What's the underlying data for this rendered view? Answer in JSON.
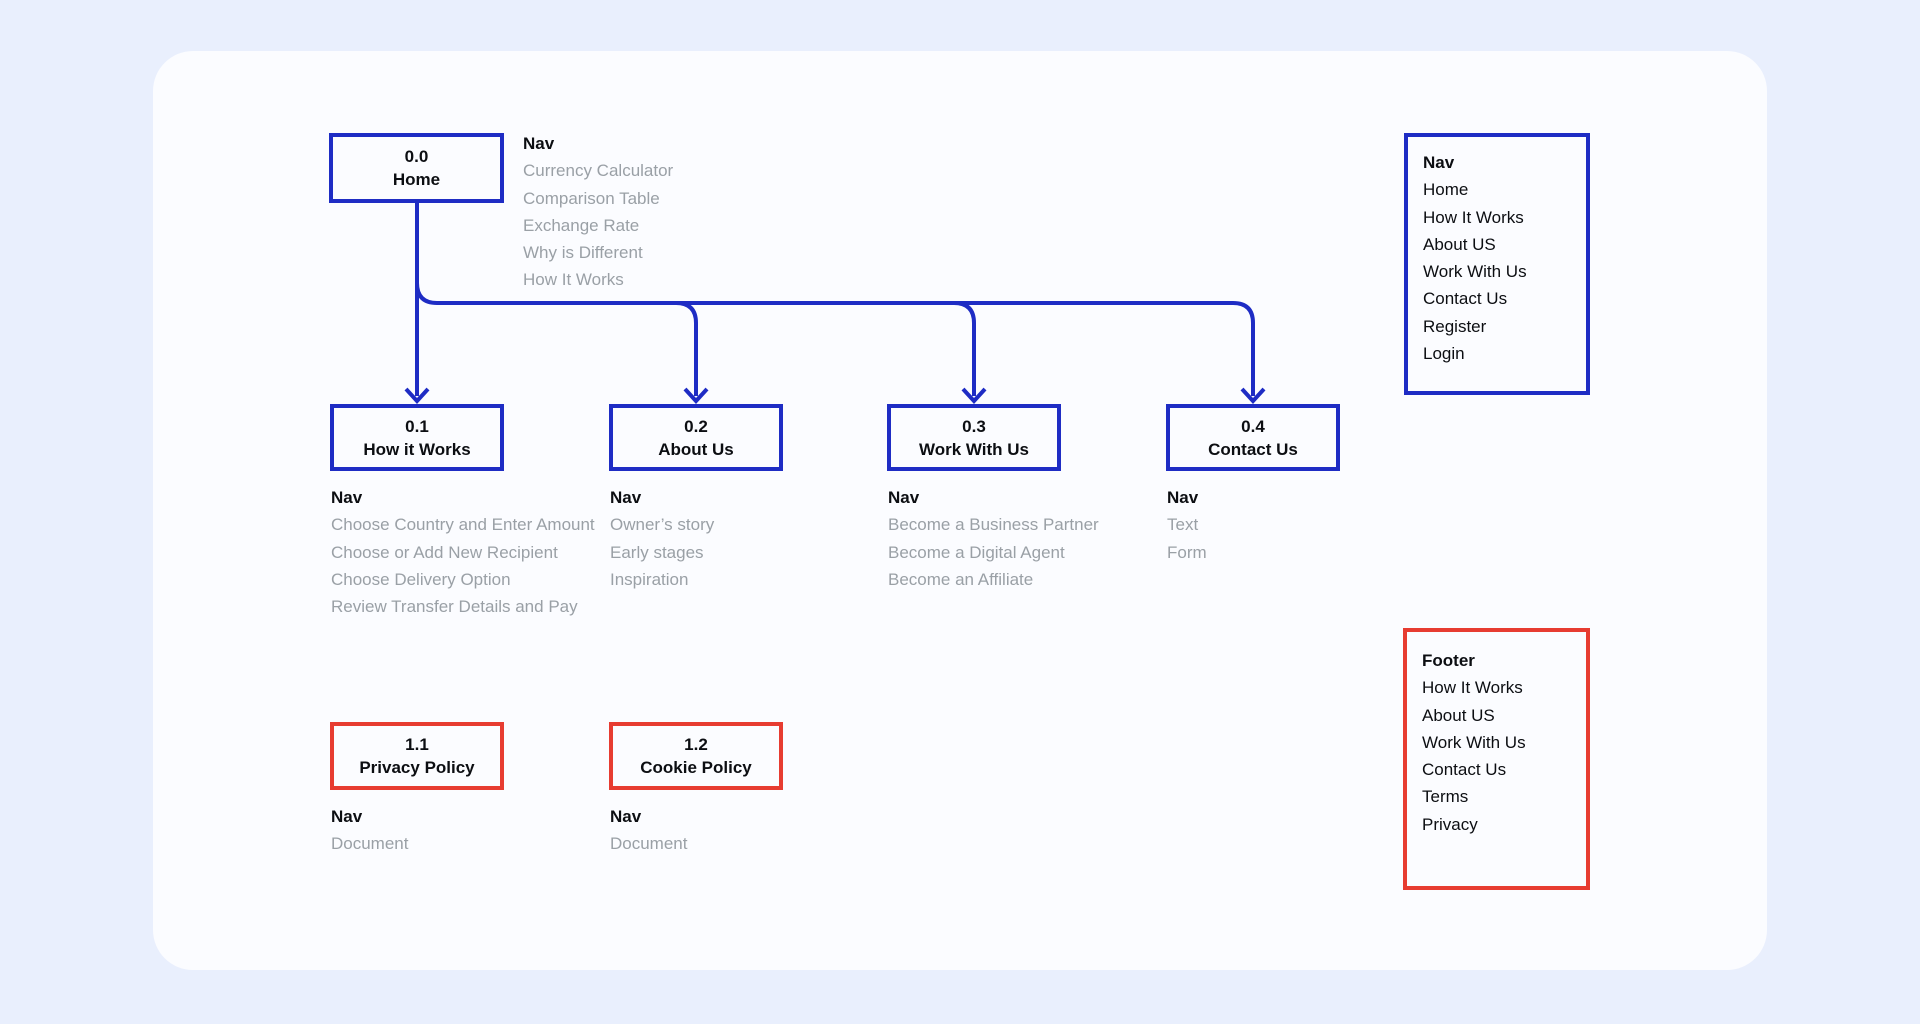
{
  "home": {
    "id": "0.0",
    "label": "Home",
    "nav_title": "Nav",
    "nav": [
      "Currency Calculator",
      "Comparison Table",
      "Exchange Rate",
      "Why is Different",
      "How It Works"
    ]
  },
  "pages": [
    {
      "id": "0.1",
      "label": "How it Works",
      "nav_title": "Nav",
      "nav": [
        "Choose Country and Enter Amount",
        "Choose or Add New Recipient",
        "Choose Delivery Option",
        "Review Transfer Details and Pay"
      ]
    },
    {
      "id": "0.2",
      "label": "About Us",
      "nav_title": "Nav",
      "nav": [
        "Owner’s story",
        "Early stages",
        "Inspiration"
      ]
    },
    {
      "id": "0.3",
      "label": "Work With Us",
      "nav_title": "Nav",
      "nav": [
        "Become a Business Partner",
        "Become a Digital Agent",
        "Become an Affiliate"
      ]
    },
    {
      "id": "0.4",
      "label": "Contact Us",
      "nav_title": "Nav",
      "nav": [
        "Text",
        "Form"
      ]
    }
  ],
  "documents": [
    {
      "id": "1.1",
      "label": "Privacy Policy",
      "nav_title": "Nav",
      "nav": [
        "Document"
      ]
    },
    {
      "id": "1.2",
      "label": "Cookie Policy",
      "nav_title": "Nav",
      "nav": [
        "Document"
      ]
    }
  ],
  "nav_panel": {
    "title": "Nav",
    "items": [
      "Home",
      "How It Works",
      "About US",
      "Work With Us",
      "Contact Us",
      "Register",
      "Login"
    ]
  },
  "footer_panel": {
    "title": "Footer",
    "items": [
      "How It Works",
      "About US",
      "Work With Us",
      "Contact Us",
      "Terms",
      "Privacy"
    ]
  },
  "colors": {
    "blue": "#1e2cc4",
    "red": "#e73c31",
    "gray": "#9aa0a6",
    "card": "#fbfcff",
    "page": "#e9effd"
  }
}
